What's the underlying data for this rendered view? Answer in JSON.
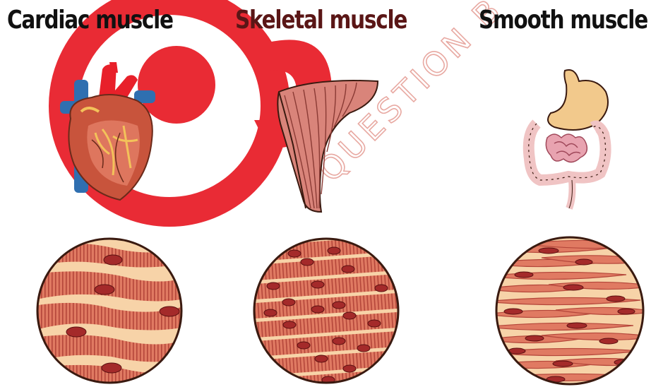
{
  "titles": {
    "cardiac": "Cardiac muscle",
    "skeletal": "Skeletal muscle",
    "smooth": "Smooth muscle"
  },
  "watermark": "QUESTION B",
  "colors": {
    "title_dark": "#111111",
    "title_maroon": "#5a1616",
    "watermark_red": "#e8202a",
    "fiber": "#e07a62",
    "fiber_light": "#f7d3a8",
    "nucleus": "#a42a2a",
    "outline": "#3a1a10"
  },
  "icons": [
    "heart-icon",
    "skeletal-muscle-icon",
    "digestive-tract-icon"
  ]
}
